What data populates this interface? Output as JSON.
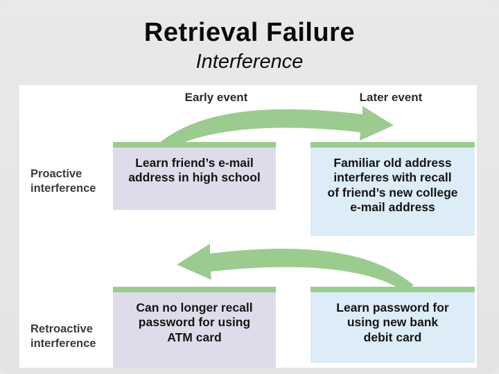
{
  "slide": {
    "title": "Retrieval Failure",
    "subtitle": "Interference",
    "background_color": "#e8e8e8"
  },
  "diagram": {
    "panel_background": "#ffffff",
    "column_headers": {
      "early": "Early event",
      "later": "Later event"
    },
    "row_labels": {
      "proactive": "Proactive\ninterference",
      "retroactive": "Retroactive\ninterference"
    },
    "cards": {
      "proactive_early": {
        "text": "Learn friend’s e-mail\naddress in high school",
        "fill": "#dedcea",
        "accent": "#9ccb8f"
      },
      "proactive_later": {
        "text": "Familiar old address\ninterferes with recall\nof friend’s new college\ne-mail address",
        "fill": "#dcedf8",
        "accent": "#9ccb8f"
      },
      "retroactive_early": {
        "text": "Can no longer recall\npassword for using\nATM card",
        "fill": "#dedcea",
        "accent": "#9ccb8f"
      },
      "retroactive_later": {
        "text": "Learn password for\nusing new bank\ndebit card",
        "fill": "#dcedf8",
        "accent": "#9ccb8f"
      }
    },
    "arrows": {
      "forward": {
        "name": "proactive-arrow-right",
        "direction": "left-to-right",
        "color": "#9ccb8f"
      },
      "backward": {
        "name": "retroactive-arrow-left",
        "direction": "right-to-left",
        "color": "#9ccb8f"
      }
    }
  }
}
